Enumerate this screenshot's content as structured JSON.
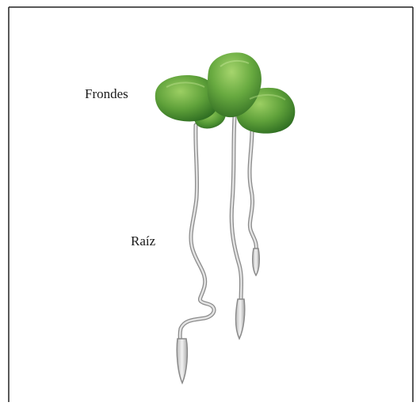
{
  "figure": {
    "subject": "duckweed-plant",
    "colors": {
      "frond_light": "#8fc85a",
      "frond_mid": "#5fa13a",
      "frond_dark": "#2f6e22",
      "root_fill": "#e3e3e3",
      "root_stroke": "#8a8a8a",
      "border": "#222222"
    },
    "labels": {
      "frondes": "Frondes",
      "raiz": "Raíz"
    }
  }
}
